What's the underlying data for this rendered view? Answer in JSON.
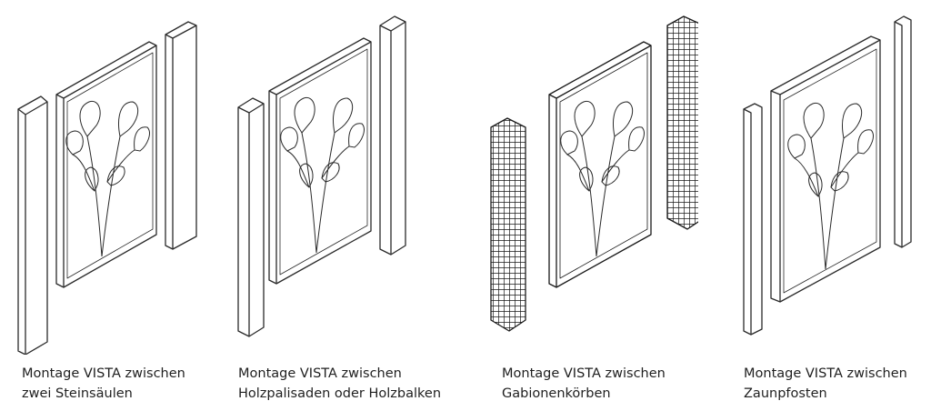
{
  "title": "Montage VISTA",
  "captions": [
    {
      "line1": "Montage VISTA zwischen",
      "line2": "zwei Steinsäulen"
    },
    {
      "line1": "Montage VISTA zwischen",
      "line2": "Holzpalisaden oder Holzbalken"
    },
    {
      "line1": "Montage VISTA zwischen",
      "line2": "Gabionenkörben"
    },
    {
      "line1": "Montage VISTA zwischen",
      "line2": "Zaunpfosten"
    }
  ],
  "colors": {
    "line": "#2a2a2a",
    "post_fill": "#ffffff",
    "background": "#ffffff"
  }
}
